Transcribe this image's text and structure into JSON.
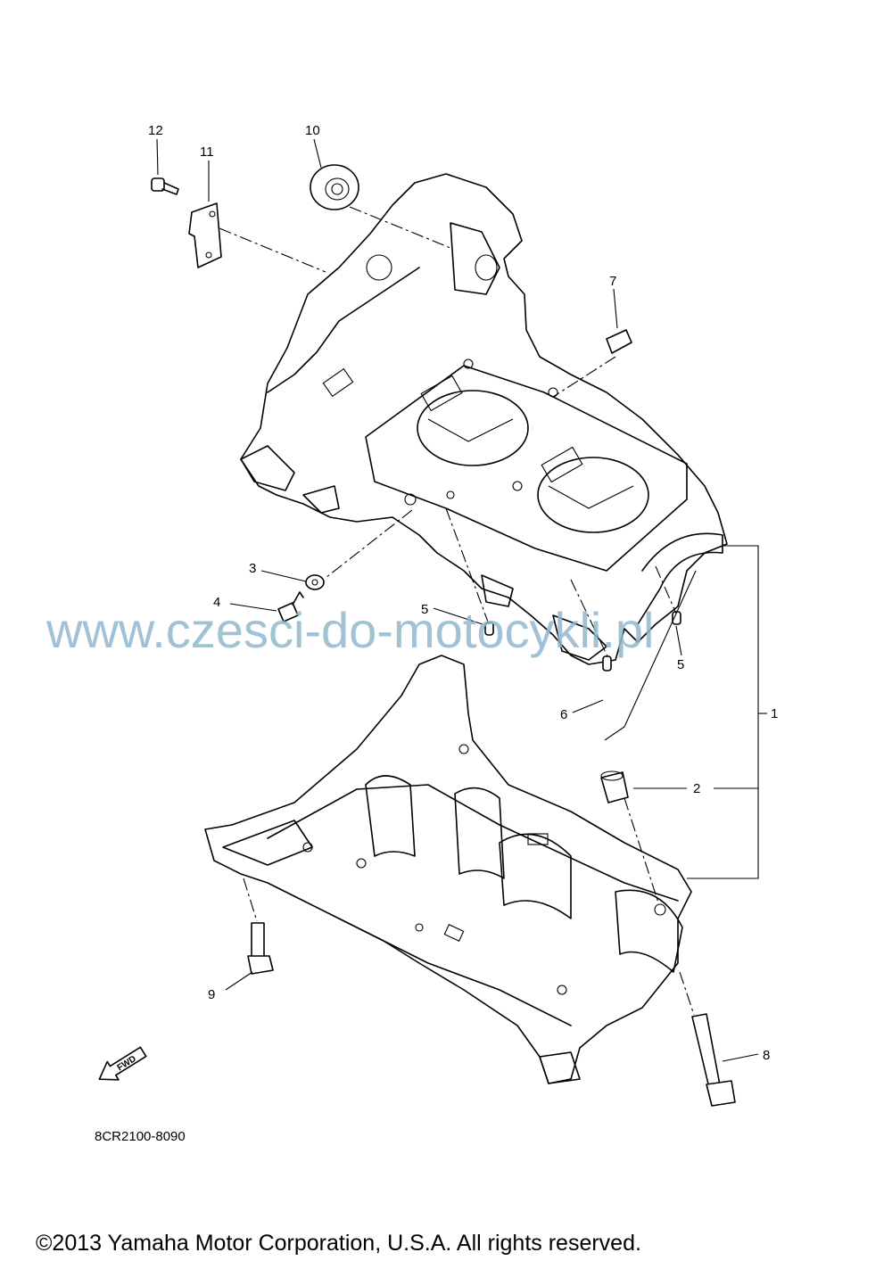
{
  "diagram": {
    "callouts": [
      {
        "id": "c1",
        "label": "1"
      },
      {
        "id": "c2",
        "label": "2"
      },
      {
        "id": "c3",
        "label": "3"
      },
      {
        "id": "c4",
        "label": "4"
      },
      {
        "id": "c5a",
        "label": "5"
      },
      {
        "id": "c5b",
        "label": "5"
      },
      {
        "id": "c6",
        "label": "6"
      },
      {
        "id": "c7",
        "label": "7"
      },
      {
        "id": "c8",
        "label": "8"
      },
      {
        "id": "c9",
        "label": "9"
      },
      {
        "id": "c10",
        "label": "10"
      },
      {
        "id": "c11",
        "label": "11"
      },
      {
        "id": "c12",
        "label": "12"
      }
    ],
    "drawing_code": "8CR2100-8090",
    "fwd_label": "FWD"
  },
  "watermark": "www.czesci-do-motocykli.pl",
  "copyright": "©2013 Yamaha Motor Corporation, U.S.A. All rights reserved."
}
